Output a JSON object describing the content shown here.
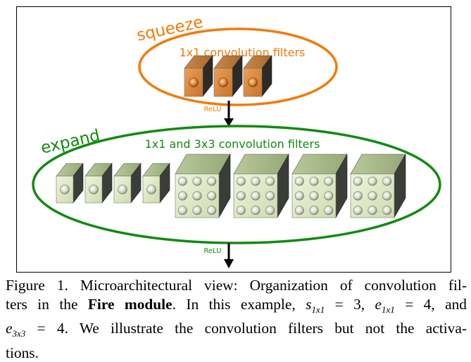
{
  "diagram": {
    "squeeze_title": "squeeze",
    "squeeze_subtitle": "1x1 convolution filters",
    "squeeze_relu": "ReLU",
    "expand_title": "expand",
    "expand_subtitle": "1x1 and 3x3 convolution filters",
    "expand_relu": "ReLU",
    "colors": {
      "squeeze": "#f07c0a",
      "expand": "#138a13",
      "squeeze_filter_face": "#d7893c",
      "expand_filter_face": "#dfeac6"
    },
    "squeeze_filter_count": 3,
    "expand_1x1_count": 4,
    "expand_3x3_count": 4
  },
  "caption": {
    "line1": "Figure 1. Microarchitectural view: Organization of convolution fil-",
    "line2_a": "ters in the ",
    "line2_bold": "Fire module",
    "line2_b": ". In this example, ",
    "s_var": "s",
    "s_sub": "1x1",
    "s_val": " = 3, ",
    "e1_var": "e",
    "e1_sub": "1x1",
    "e1_val": " = 4, and",
    "e3_var": "e",
    "e3_sub": "3x3",
    "e3_val": " = 4.",
    "line3_rest": " We illustrate the convolution filters but not the activa-",
    "line4": "tions."
  }
}
